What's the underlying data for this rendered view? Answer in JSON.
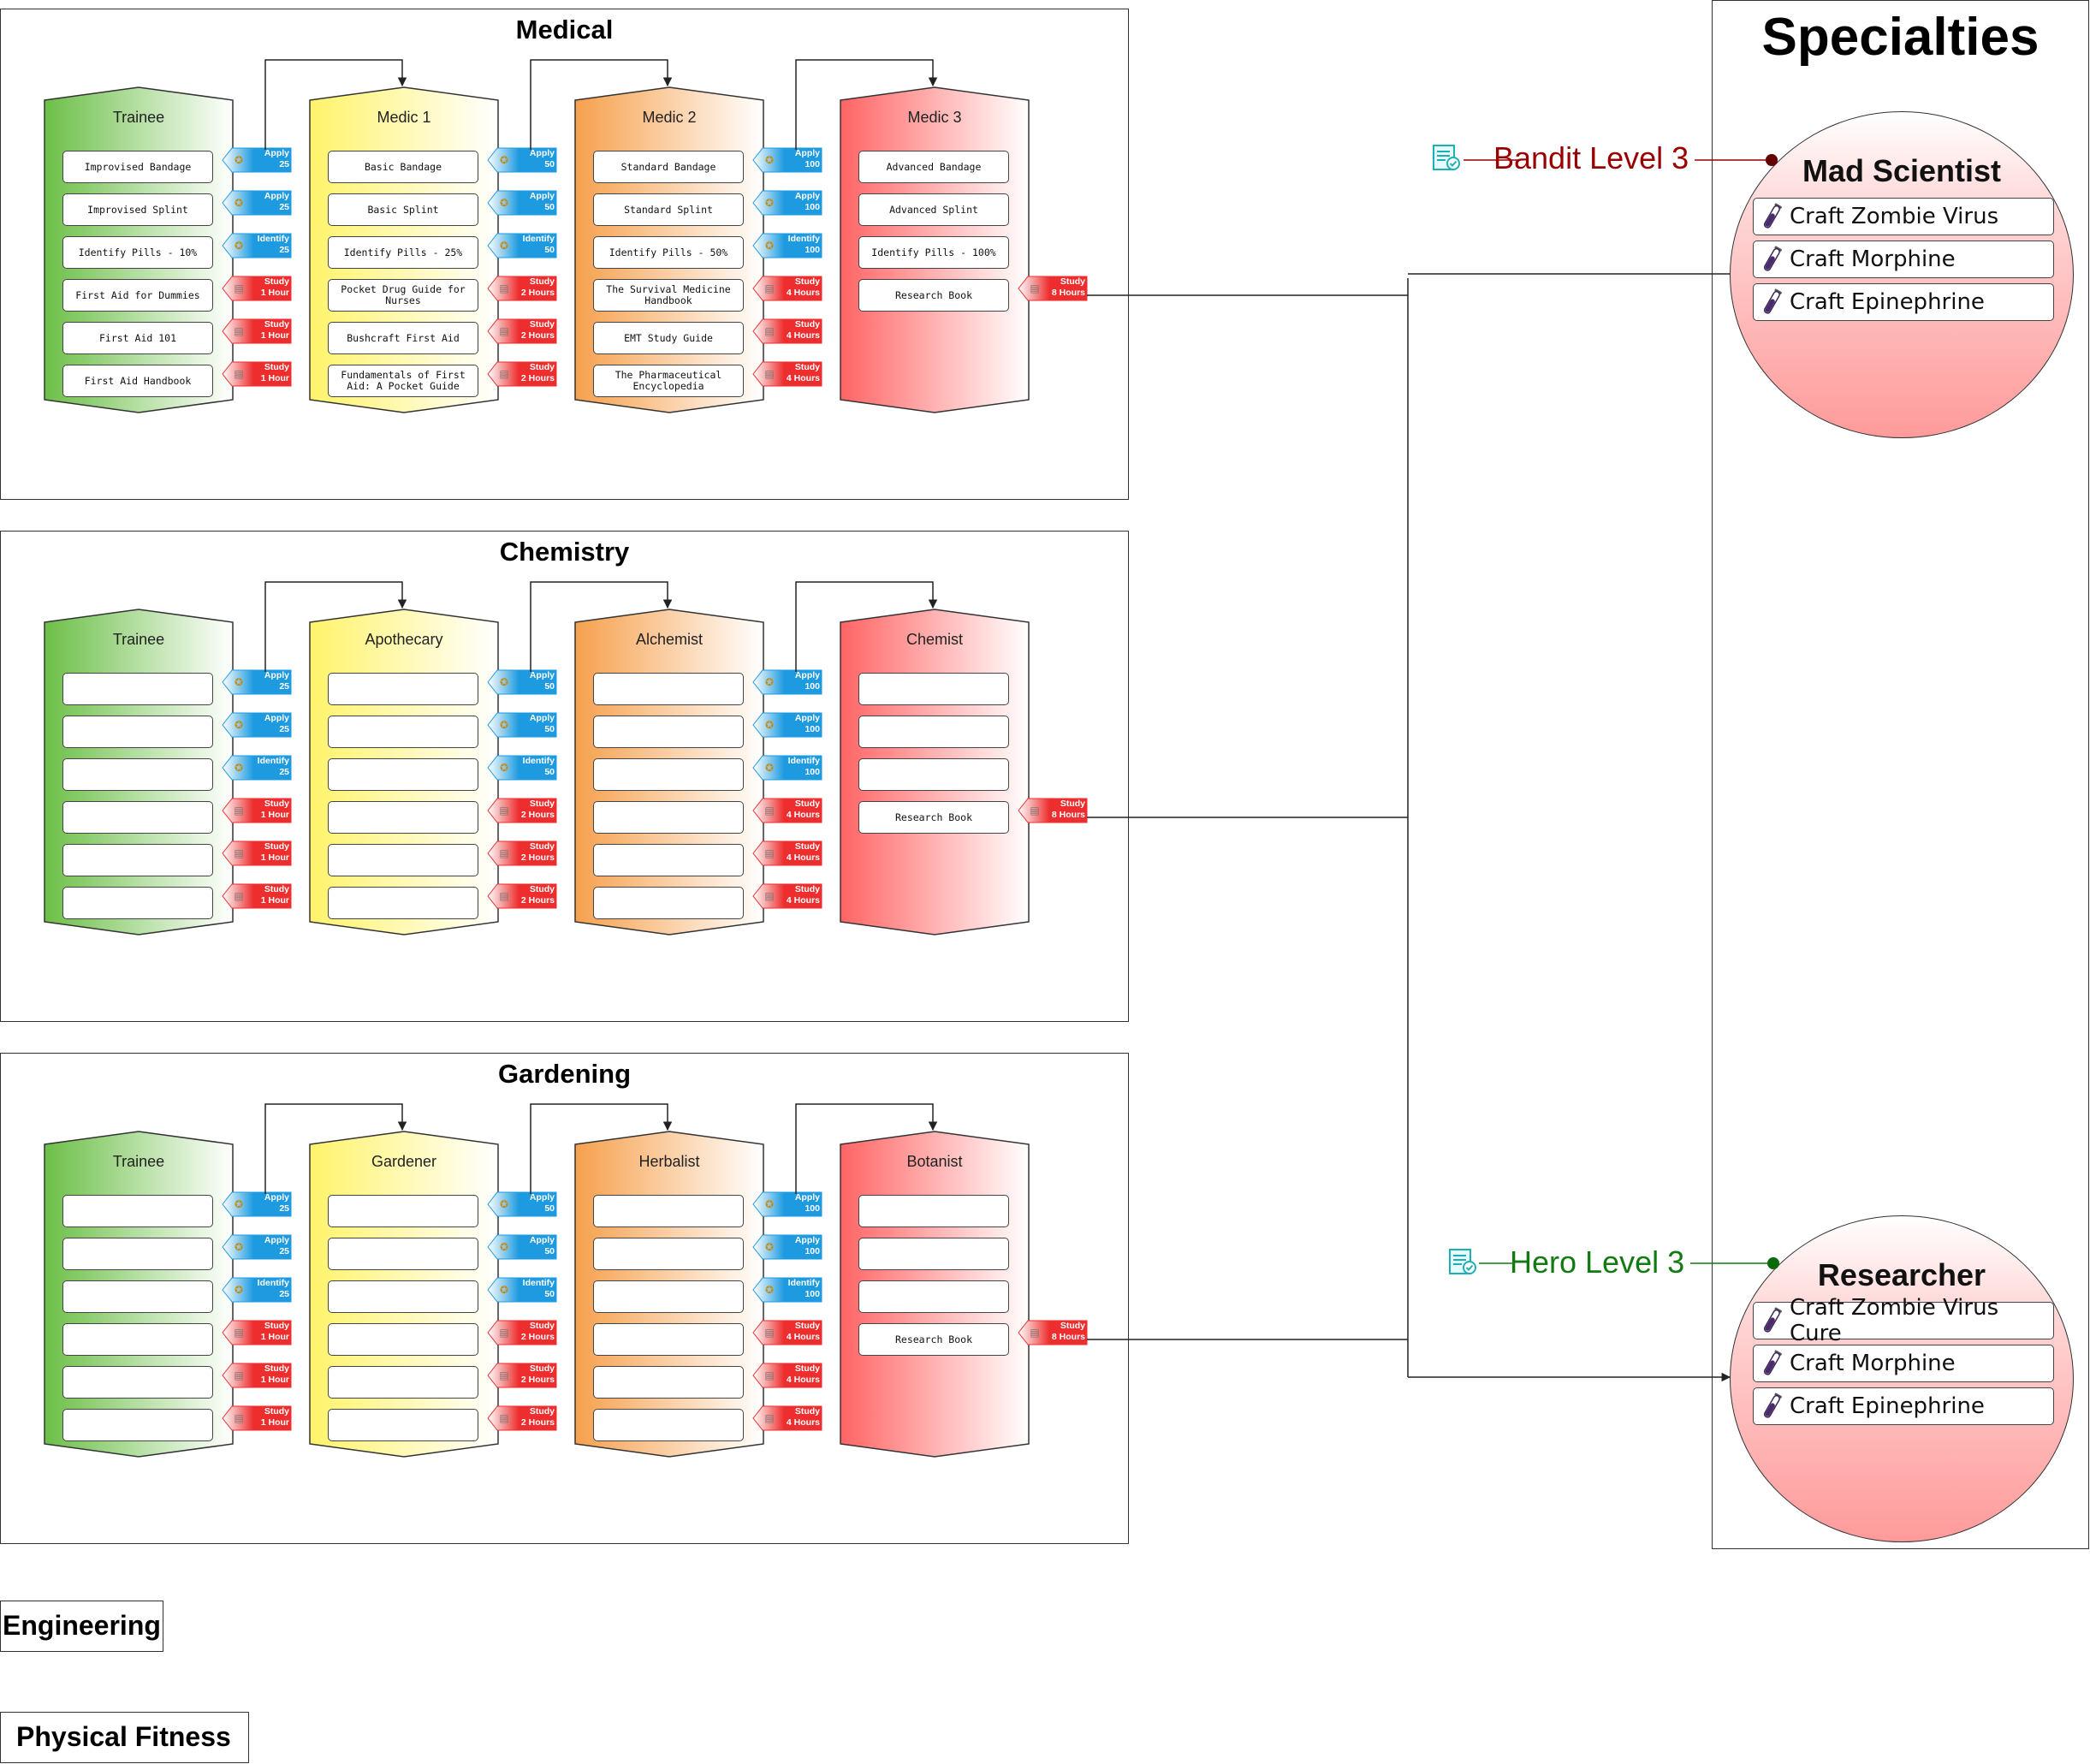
{
  "colors": {
    "trainee": "#8dc56b",
    "tier1": "#fff47a",
    "tier2": "#f7a85a",
    "tier3": "#ff6f6f",
    "apply_tag": "#2aa7e6",
    "study_tag": "#ef3b3b",
    "bandit": "#990000",
    "hero": "#117a11",
    "circle_fill": "#ff9a9a"
  },
  "panels": [
    {
      "title": "Medical",
      "columns": [
        {
          "title": "Trainee",
          "color": "trainee",
          "skills": [
            "Improvised Bandage",
            "Improvised Splint",
            "Identify Pills - 10%",
            "First Aid for Dummies",
            "First Aid 101",
            "First Aid Handbook"
          ]
        },
        {
          "title": "Medic 1",
          "color": "tier1",
          "skills": [
            "Basic Bandage",
            "Basic Splint",
            "Identify Pills - 25%",
            "Pocket Drug Guide for Nurses",
            "Bushcraft First Aid",
            "Fundamentals of First Aid: A Pocket Guide"
          ]
        },
        {
          "title": "Medic 2",
          "color": "tier2",
          "skills": [
            "Standard Bandage",
            "Standard Splint",
            "Identify Pills - 50%",
            "The Survival Medicine Handbook",
            "EMT Study Guide",
            "The Pharmaceutical Encyclopedia"
          ]
        },
        {
          "title": "Medic 3",
          "color": "tier3",
          "skills": [
            "Advanced Bandage",
            "Advanced Splint",
            "Identify Pills - 100%",
            "Research Book"
          ]
        }
      ]
    },
    {
      "title": "Chemistry",
      "columns": [
        {
          "title": "Trainee",
          "color": "trainee",
          "skills": [
            "",
            "",
            "",
            "",
            "",
            ""
          ]
        },
        {
          "title": "Apothecary",
          "color": "tier1",
          "skills": [
            "",
            "",
            "",
            "",
            "",
            ""
          ]
        },
        {
          "title": "Alchemist",
          "color": "tier2",
          "skills": [
            "",
            "",
            "",
            "",
            "",
            ""
          ]
        },
        {
          "title": "Chemist",
          "color": "tier3",
          "skills": [
            "",
            "",
            "",
            "Research Book"
          ]
        }
      ]
    },
    {
      "title": "Gardening",
      "columns": [
        {
          "title": "Trainee",
          "color": "trainee",
          "skills": [
            "",
            "",
            "",
            "",
            "",
            ""
          ]
        },
        {
          "title": "Gardener",
          "color": "tier1",
          "skills": [
            "",
            "",
            "",
            "",
            "",
            ""
          ]
        },
        {
          "title": "Herbalist",
          "color": "tier2",
          "skills": [
            "",
            "",
            "",
            "",
            "",
            ""
          ]
        },
        {
          "title": "Botanist",
          "color": "tier3",
          "skills": [
            "",
            "",
            "",
            "Research Book"
          ]
        }
      ]
    }
  ],
  "tag_sets": [
    [
      {
        "kind": "apply",
        "icon": "apply-icon",
        "lines": [
          "Apply",
          "25"
        ]
      },
      {
        "kind": "apply",
        "icon": "apply-icon",
        "lines": [
          "Apply",
          "25"
        ]
      },
      {
        "kind": "apply",
        "icon": "identify-icon",
        "lines": [
          "Identify",
          "25"
        ]
      },
      {
        "kind": "study",
        "icon": "book-icon",
        "lines": [
          "Study",
          "1 Hour"
        ]
      },
      {
        "kind": "study",
        "icon": "book-icon",
        "lines": [
          "Study",
          "1 Hour"
        ]
      },
      {
        "kind": "study",
        "icon": "book-icon",
        "lines": [
          "Study",
          "1 Hour"
        ]
      }
    ],
    [
      {
        "kind": "apply",
        "icon": "apply-icon",
        "lines": [
          "Apply",
          "50"
        ]
      },
      {
        "kind": "apply",
        "icon": "apply-icon",
        "lines": [
          "Apply",
          "50"
        ]
      },
      {
        "kind": "apply",
        "icon": "identify-icon",
        "lines": [
          "Identify",
          "50"
        ]
      },
      {
        "kind": "study",
        "icon": "book-icon",
        "lines": [
          "Study",
          "2 Hours"
        ]
      },
      {
        "kind": "study",
        "icon": "book-icon",
        "lines": [
          "Study",
          "2 Hours"
        ]
      },
      {
        "kind": "study",
        "icon": "book-icon",
        "lines": [
          "Study",
          "2 Hours"
        ]
      }
    ],
    [
      {
        "kind": "apply",
        "icon": "apply-icon",
        "lines": [
          "Apply",
          "100"
        ]
      },
      {
        "kind": "apply",
        "icon": "apply-icon",
        "lines": [
          "Apply",
          "100"
        ]
      },
      {
        "kind": "apply",
        "icon": "identify-icon",
        "lines": [
          "Identify",
          "100"
        ]
      },
      {
        "kind": "study",
        "icon": "book-icon",
        "lines": [
          "Study",
          "4 Hours"
        ]
      },
      {
        "kind": "study",
        "icon": "book-icon",
        "lines": [
          "Study",
          "4 Hours"
        ]
      },
      {
        "kind": "study",
        "icon": "book-icon",
        "lines": [
          "Study",
          "4 Hours"
        ]
      }
    ],
    [
      null,
      null,
      null,
      {
        "kind": "study",
        "icon": "book-icon",
        "lines": [
          "Study",
          "8 Hours"
        ]
      }
    ]
  ],
  "specialties": {
    "title": "Specialties",
    "items": [
      {
        "name": "Mad Scientist",
        "requirement": "Bandit Level 3",
        "req_color": "bandit",
        "crafts": [
          "Craft Zombie Virus",
          "Craft Morphine",
          "Craft Epinephrine"
        ]
      },
      {
        "name": "Researcher",
        "requirement": "Hero Level 3",
        "req_color": "hero",
        "crafts": [
          "Craft Zombie Virus Cure",
          "Craft Morphine",
          "Craft Epinephrine"
        ]
      }
    ]
  },
  "extra_sections": [
    "Engineering",
    "Physical Fitness"
  ]
}
